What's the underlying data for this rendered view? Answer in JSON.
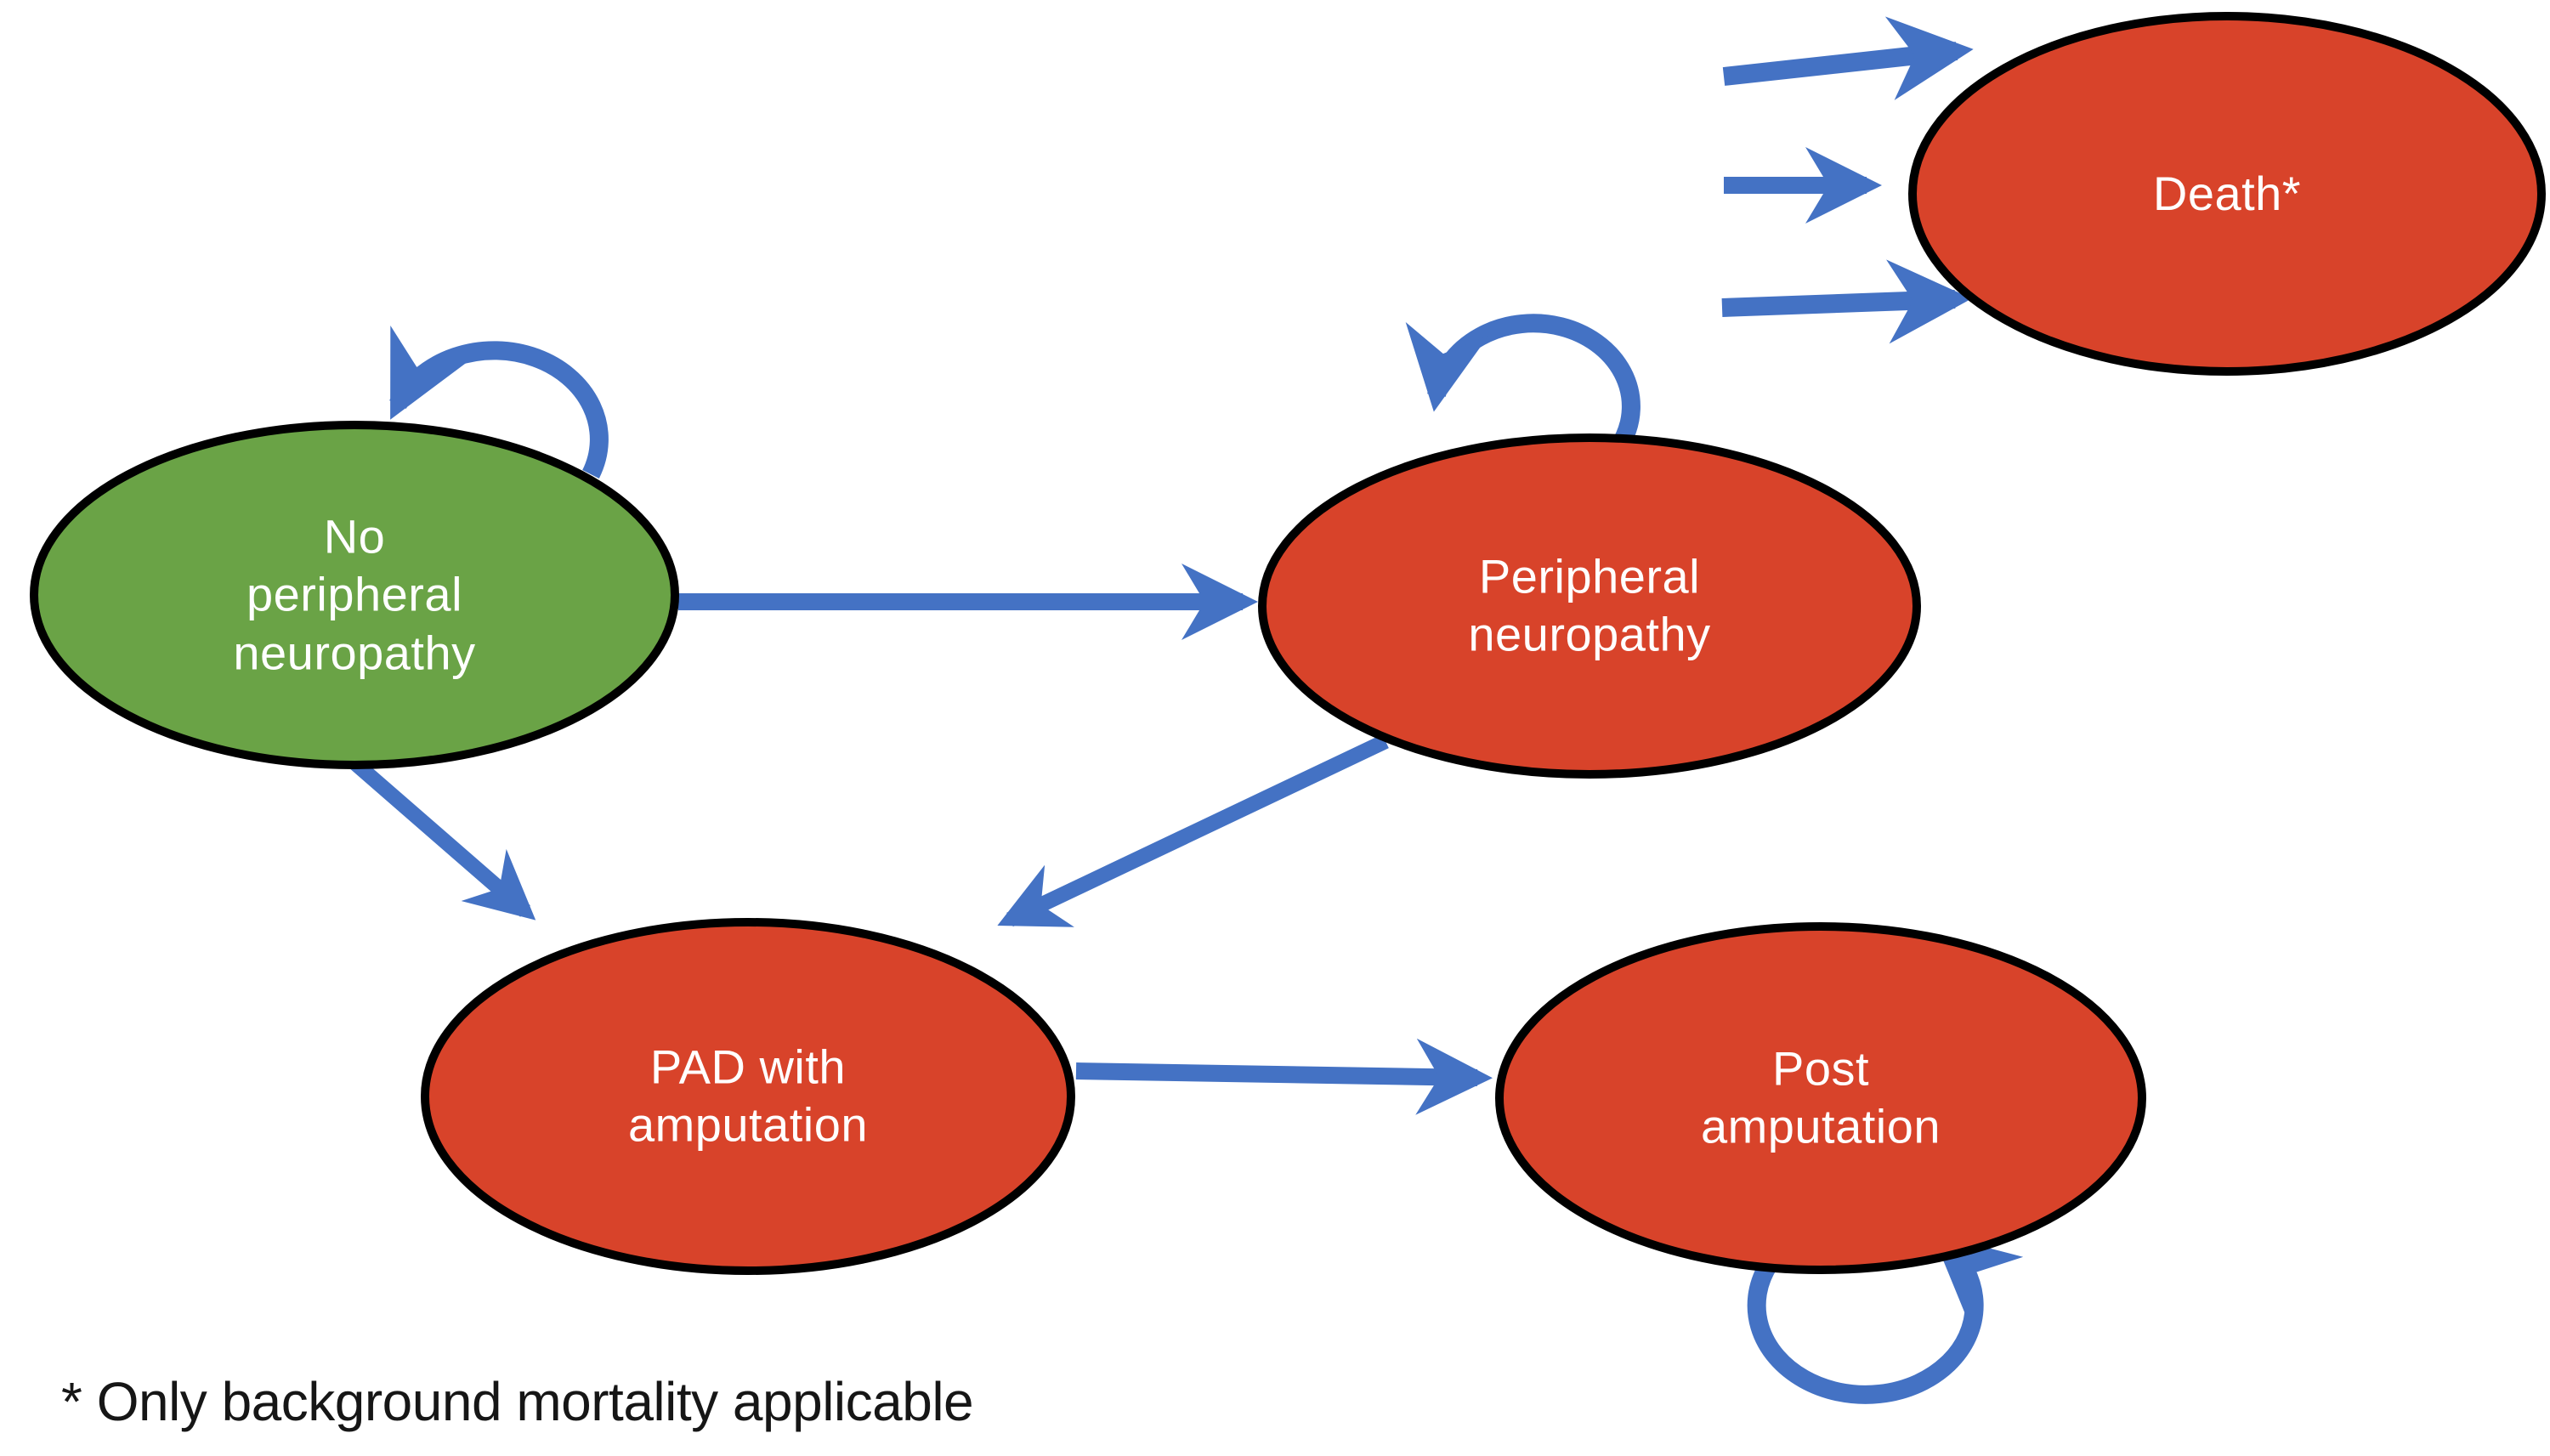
{
  "diagram": {
    "type": "markov-state-transition-diagram",
    "footnote": "* Only background mortality applicable",
    "colors": {
      "healthy_state": "#6aa346",
      "disease_state": "#d8432a",
      "arrow": "#4472c4",
      "outline": "#000000",
      "label_text": "#ffffff",
      "footnote_text": "#161616",
      "background": "#ffffff"
    },
    "nodes": [
      {
        "id": "no-peripheral-neuropathy",
        "label": "No\nperipheral\nneuropathy",
        "color_role": "healthy_state"
      },
      {
        "id": "peripheral-neuropathy",
        "label": "Peripheral\nneuropathy",
        "color_role": "disease_state"
      },
      {
        "id": "death",
        "label": "Death*",
        "color_role": "disease_state"
      },
      {
        "id": "pad-with-amputation",
        "label": "PAD with\namputation",
        "color_role": "disease_state"
      },
      {
        "id": "post-amputation",
        "label": "Post\namputation",
        "color_role": "disease_state"
      }
    ],
    "edges": [
      {
        "from": "no-peripheral-neuropathy",
        "to": "no-peripheral-neuropathy",
        "kind": "self-loop"
      },
      {
        "from": "peripheral-neuropathy",
        "to": "peripheral-neuropathy",
        "kind": "self-loop"
      },
      {
        "from": "no-peripheral-neuropathy",
        "to": "peripheral-neuropathy",
        "kind": "transition"
      },
      {
        "from": "no-peripheral-neuropathy",
        "to": "pad-with-amputation",
        "kind": "transition"
      },
      {
        "from": "peripheral-neuropathy",
        "to": "pad-with-amputation",
        "kind": "transition"
      },
      {
        "from": "pad-with-amputation",
        "to": "post-amputation",
        "kind": "transition"
      },
      {
        "from": "post-amputation",
        "to": "post-amputation",
        "kind": "self-loop"
      },
      {
        "from": "any-state",
        "to": "death",
        "kind": "transition"
      },
      {
        "from": "any-state",
        "to": "death",
        "kind": "transition"
      },
      {
        "from": "any-state",
        "to": "death",
        "kind": "transition"
      }
    ]
  }
}
